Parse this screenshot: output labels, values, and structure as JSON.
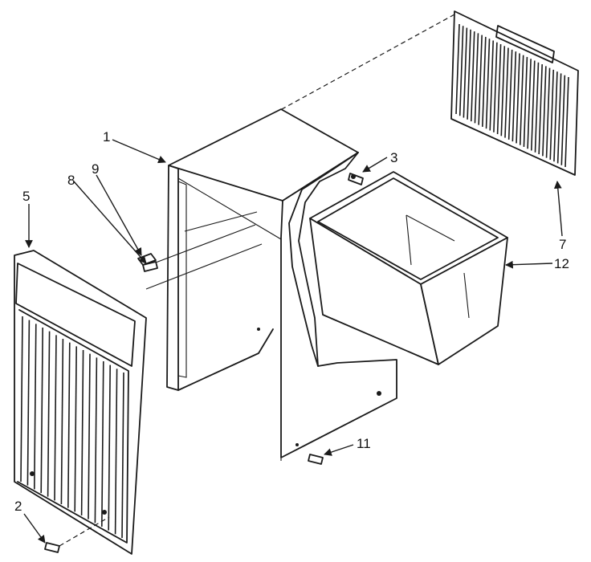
{
  "callouts": [
    {
      "id": "1",
      "label": "1"
    },
    {
      "id": "2",
      "label": "2"
    },
    {
      "id": "3",
      "label": "3"
    },
    {
      "id": "5",
      "label": "5"
    },
    {
      "id": "7",
      "label": "7"
    },
    {
      "id": "8",
      "label": "8"
    },
    {
      "id": "9",
      "label": "9"
    },
    {
      "id": "11",
      "label": "11"
    },
    {
      "id": "12",
      "label": "12"
    }
  ],
  "colors": {
    "line": "#1a1a1a",
    "background": "#ffffff"
  }
}
